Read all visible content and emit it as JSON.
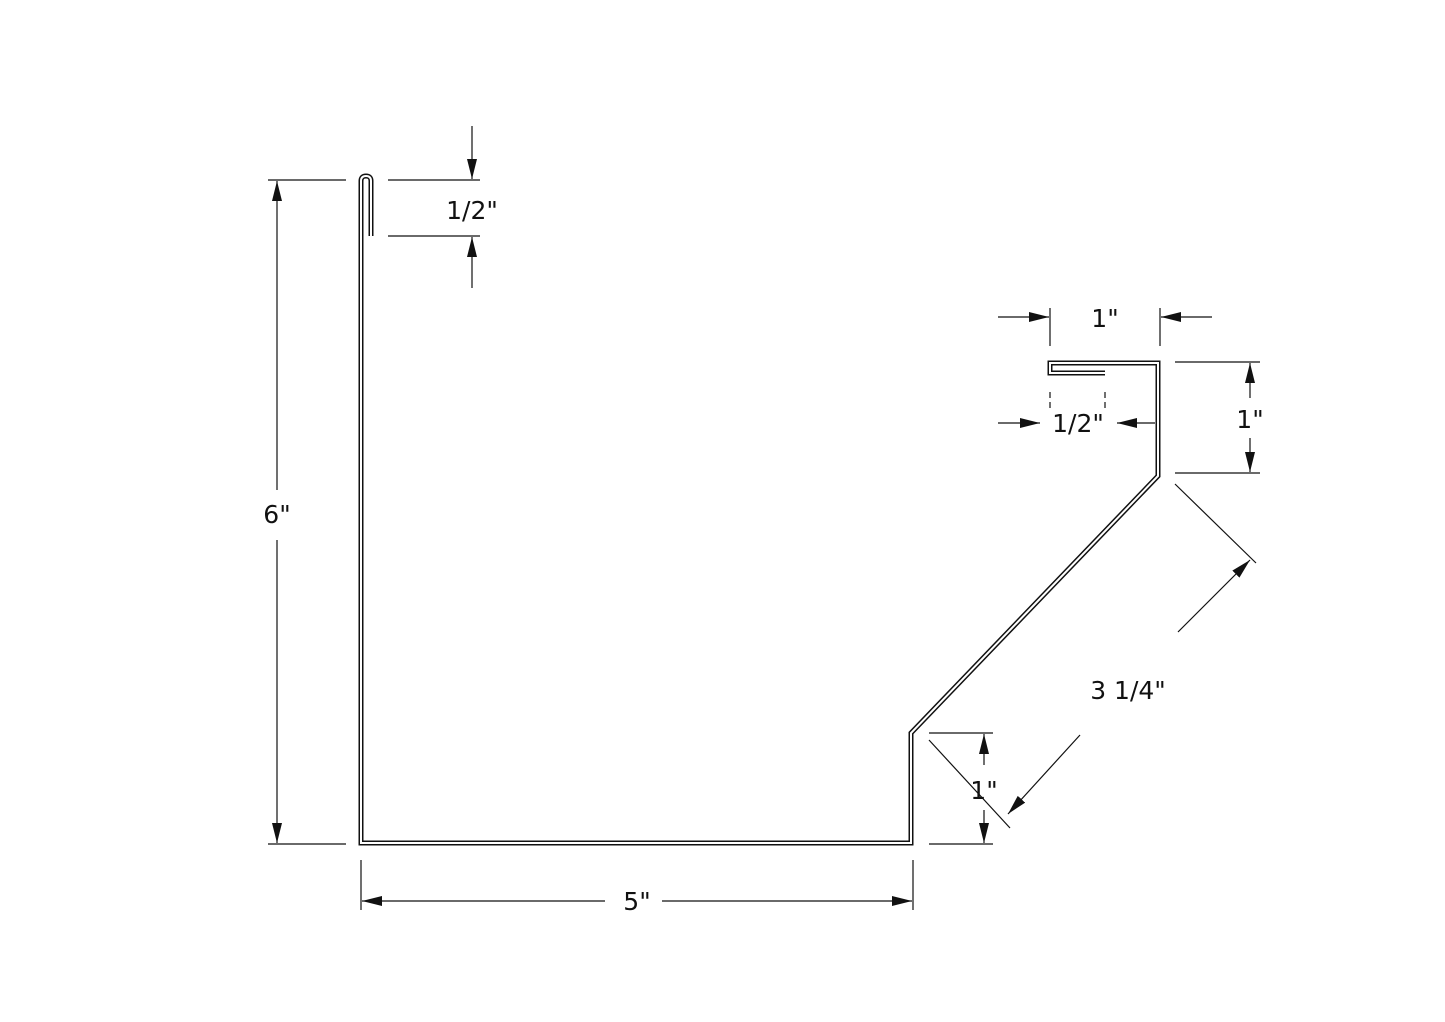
{
  "drawing": {
    "stroke_color": "#111111",
    "background": "#ffffff"
  },
  "dimensions": {
    "total_height": "6\"",
    "back_hem": "1/2\"",
    "bottom_width": "5\"",
    "bottom_front_rise": "1\"",
    "slope_length": "3 1/4\"",
    "top_front_height": "1\"",
    "top_lip_width": "1\"",
    "top_hem": "1/2\""
  }
}
